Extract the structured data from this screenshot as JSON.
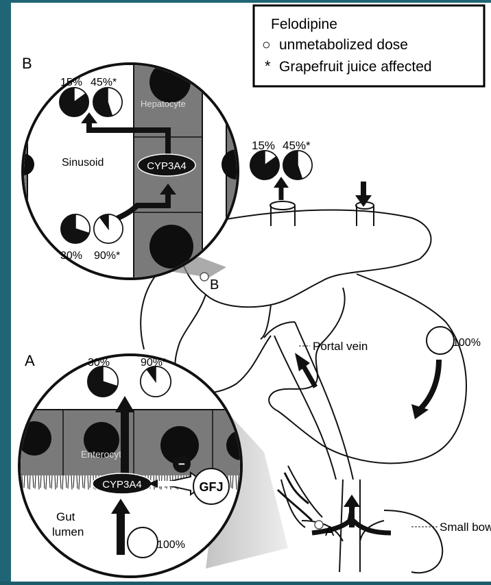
{
  "legend": {
    "title": "Felodipine",
    "circle_symbol": "○",
    "circle_text": "unmetabolized dose",
    "star_symbol": "*",
    "star_text": "Grapefruit juice affected"
  },
  "panel_b": {
    "letter": "B",
    "hepatocyte": "Hepatocyte",
    "sinusoid": "Sinusoid",
    "enzyme": "CYP3A4",
    "top_left_pct": "15%",
    "top_right_pct": "45%*",
    "bottom_left_pct": "30%",
    "bottom_right_pct": "90%*",
    "pies": {
      "top_left": 0.15,
      "top_right": 0.45,
      "bottom_left": 0.3,
      "bottom_right": 0.9
    }
  },
  "panel_a": {
    "letter": "A",
    "enterocyte": "Enterocyte",
    "enzyme": "CYP3A4",
    "inhibitor": "GFJ",
    "inhibit_sign": "−",
    "gut_lumen": [
      "Gut",
      "lumen"
    ],
    "left_pct": "30%",
    "right_pct": "90%*",
    "dose_pct": "100%",
    "pies": {
      "left": 0.3,
      "right": 0.9,
      "dose": 1.0
    }
  },
  "liver_output": {
    "left_pct": "15%",
    "right_pct": "45%*",
    "pies": {
      "left": 0.15,
      "right": 0.45
    }
  },
  "anatomy": {
    "portal_vein": "Portal vein",
    "small_bowel": "Small bowe",
    "stomach_dose_pct": "100%",
    "marker_b": "B",
    "marker_a": "A"
  },
  "colors": {
    "background": "#1b5b6a",
    "ink": "#111111",
    "cell_gray": "#7a7a7a",
    "page": "#ffffff"
  }
}
